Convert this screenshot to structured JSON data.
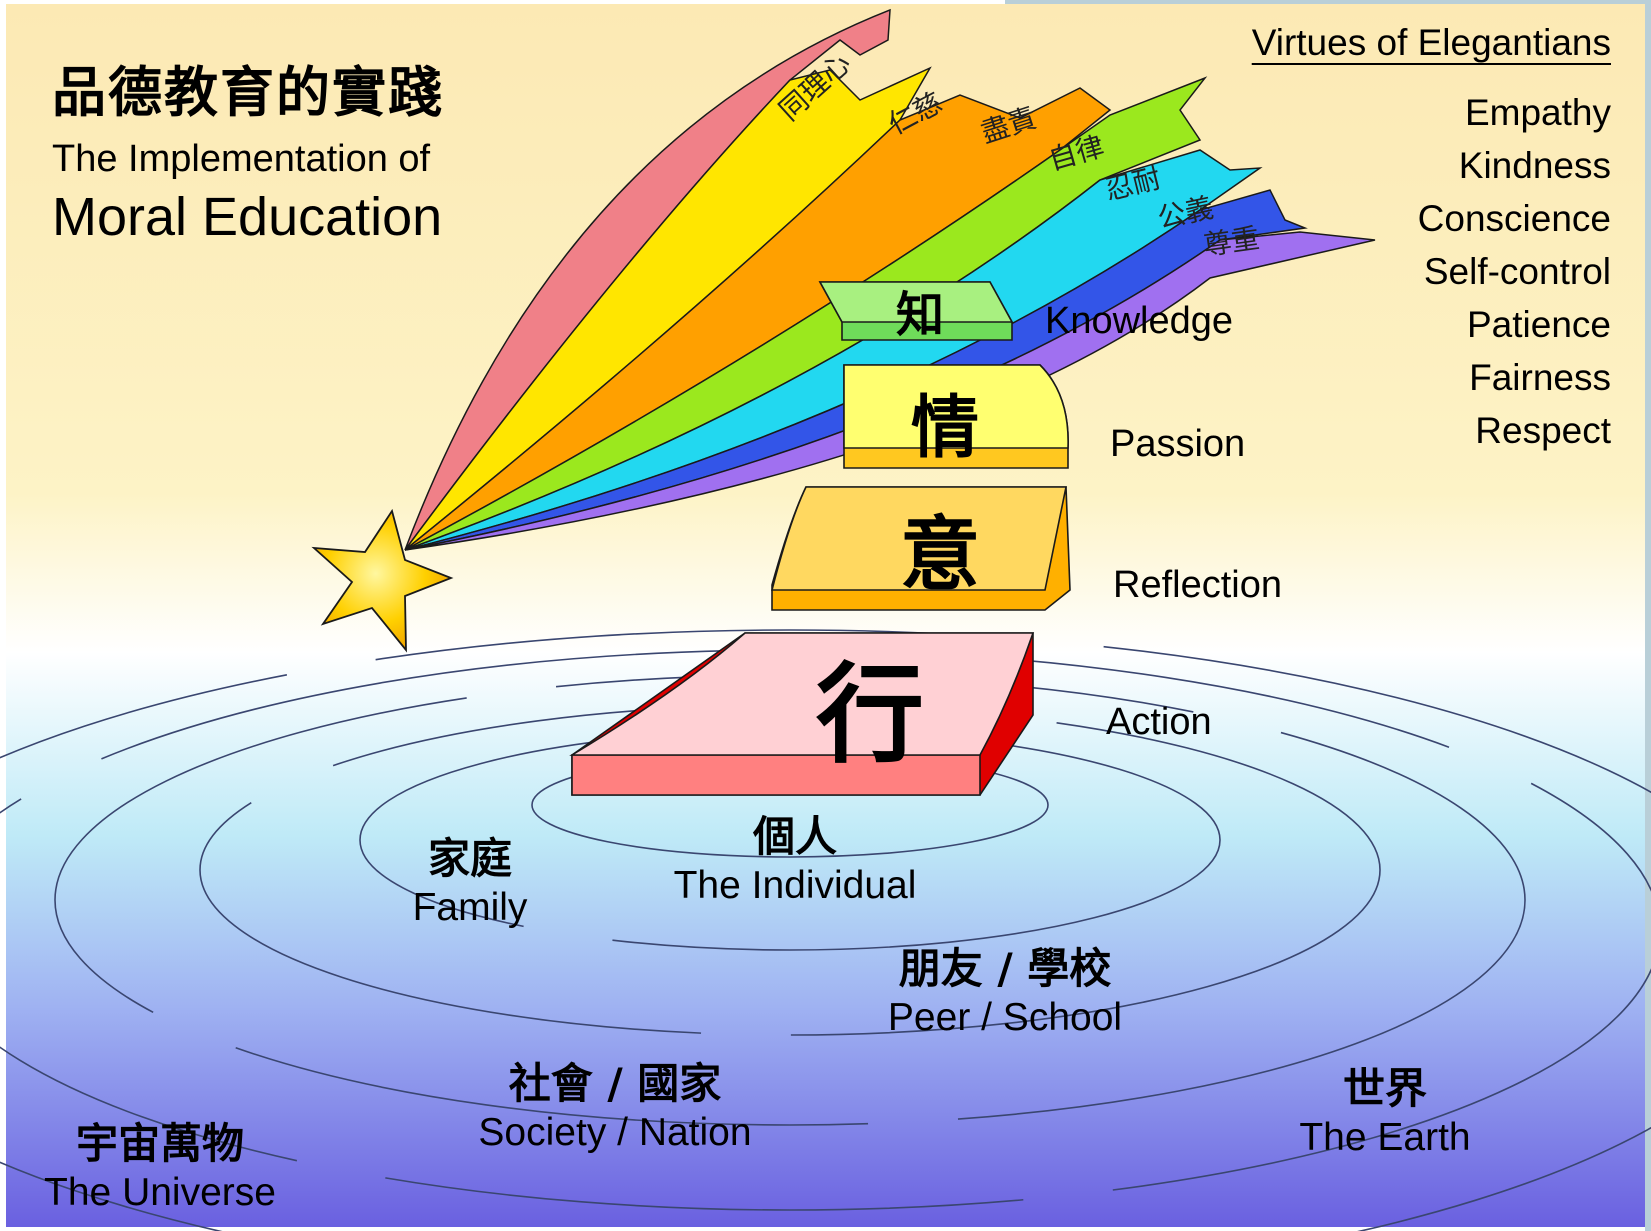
{
  "title": {
    "zh": "品德教育的實踐",
    "line1": "The Implementation of",
    "line2": "Moral Education"
  },
  "virtues": {
    "heading": "Virtues of Elegantians",
    "en": [
      "Empathy",
      "Kindness",
      "Conscience",
      "Self-control",
      "Patience",
      "Fairness",
      "Respect"
    ],
    "zh": [
      "同理心",
      "仁慈",
      "盡責",
      "自律",
      "忍耐",
      "公義",
      "尊重"
    ],
    "colors": [
      "#f08088",
      "#ffe600",
      "#ffa000",
      "#9be81e",
      "#22d8f0",
      "#3355e8",
      "#a070f0"
    ]
  },
  "steps": [
    {
      "char": "知",
      "label": "Knowledge",
      "color": "#7de86a"
    },
    {
      "char": "情",
      "label": "Passion",
      "color": "#ffff66"
    },
    {
      "char": "意",
      "label": "Reflection",
      "color": "#ffd24a"
    },
    {
      "char": "行",
      "label": "Action",
      "color": "#ffc8cc"
    }
  ],
  "circles": {
    "individual": {
      "zh": "個人",
      "en": "The Individual"
    },
    "family": {
      "zh": "家庭",
      "en": "Family"
    },
    "peer": {
      "zh": "朋友 / 學校",
      "en": "Peer / School"
    },
    "society": {
      "zh": "社會 / 國家",
      "en": "Society / Nation"
    },
    "earth": {
      "zh": "世界",
      "en": "The Earth"
    },
    "universe": {
      "zh": "宇宙萬物",
      "en": "The Universe"
    }
  }
}
